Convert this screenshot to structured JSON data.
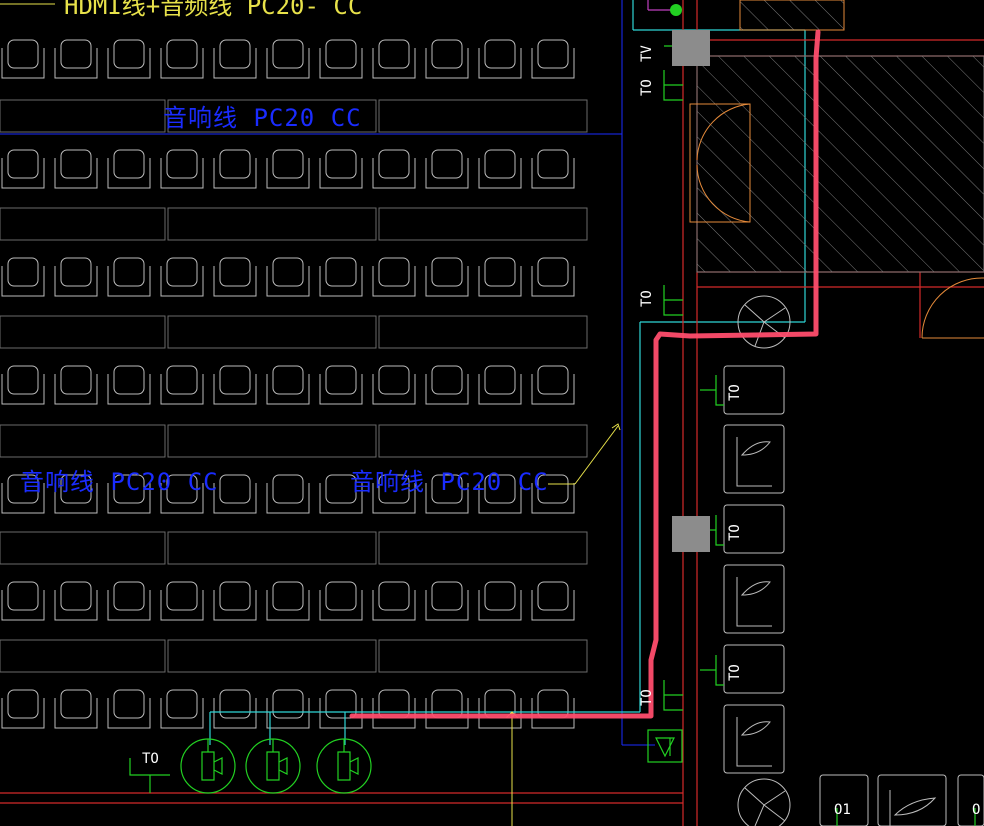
{
  "labels": {
    "hdmi_line": "HDMI线+音频线 PC20- CC",
    "audio_line_top": "音响线 PC20 CC",
    "audio_line_left": "音响线 PC20 CC",
    "audio_line_mid": "音响线 PC20 CC",
    "tv": "TV",
    "to": "TO",
    "o1": "O1",
    "o_partial": "O"
  },
  "colors": {
    "background": "#000000",
    "seat": "#bdbdbd",
    "wall": "#d42a2a",
    "cable": "#2fd6d6",
    "blue_text": "#1a2cff",
    "yellow_text": "#e8e24a",
    "green": "#22d022",
    "markup": "#ff4d6d",
    "door": "#e58a3a",
    "grey_box": "#8c8c8c"
  }
}
